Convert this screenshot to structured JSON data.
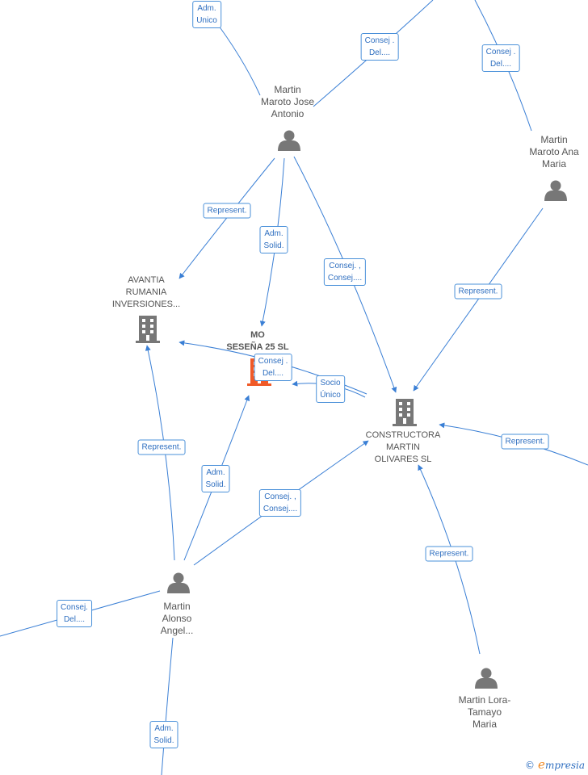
{
  "nodes": [
    {
      "id": "martin_maroto_jose",
      "type": "person",
      "label": [
        "Martin",
        "Maroto Jose",
        "Antonio"
      ]
    },
    {
      "id": "martin_maroto_ana",
      "type": "person",
      "label": [
        "Martin",
        "Maroto Ana",
        "Maria"
      ]
    },
    {
      "id": "avantia",
      "type": "company",
      "label": [
        "AVANTIA",
        "RUMANIA",
        "INVERSIONES..."
      ]
    },
    {
      "id": "mo_sesena",
      "type": "company",
      "main": true,
      "label": [
        "MO",
        "SESEÑA 25 SL"
      ]
    },
    {
      "id": "constructora",
      "type": "company",
      "label": [
        "CONSTRUCTORA",
        "MARTIN",
        "OLIVARES SL"
      ]
    },
    {
      "id": "martin_alonso",
      "type": "person",
      "label": [
        "Martin",
        "Alonso",
        "Angel..."
      ]
    },
    {
      "id": "martin_lora",
      "type": "person",
      "label": [
        "Martin Lora-",
        "Tamayo",
        "Maria"
      ]
    }
  ],
  "edge_labels": [
    {
      "id": "e1",
      "lines": [
        "Adm.",
        "Unico"
      ]
    },
    {
      "id": "e2",
      "lines": [
        "Consej .",
        "Del...."
      ]
    },
    {
      "id": "e3",
      "lines": [
        "Consej .",
        "Del...."
      ]
    },
    {
      "id": "e4",
      "lines": [
        "Represent."
      ]
    },
    {
      "id": "e5",
      "lines": [
        "Adm.",
        "Solid."
      ]
    },
    {
      "id": "e6",
      "lines": [
        "Consej. ,",
        "Consej...."
      ]
    },
    {
      "id": "e7",
      "lines": [
        "Represent."
      ]
    },
    {
      "id": "e8",
      "lines": [
        "Consej .",
        "Del...."
      ]
    },
    {
      "id": "e9",
      "lines": [
        "Socio",
        "Único"
      ]
    },
    {
      "id": "e10",
      "lines": [
        "Represent."
      ]
    },
    {
      "id": "e11",
      "lines": [
        "Represent."
      ]
    },
    {
      "id": "e12",
      "lines": [
        "Adm.",
        "Solid."
      ]
    },
    {
      "id": "e13",
      "lines": [
        "Consej. ,",
        "Consej...."
      ]
    },
    {
      "id": "e14",
      "lines": [
        "Represent."
      ]
    },
    {
      "id": "e15",
      "lines": [
        "Consej.",
        "Del...."
      ]
    },
    {
      "id": "e16",
      "lines": [
        "Adm.",
        "Solid."
      ]
    }
  ],
  "colors": {
    "edge": "#3a7fd5",
    "node": "#777777",
    "main": "#f05a28",
    "label_border": "#4a90d9"
  },
  "brand": {
    "name": "mpresia",
    "initial": "e",
    "copyright": "©"
  }
}
